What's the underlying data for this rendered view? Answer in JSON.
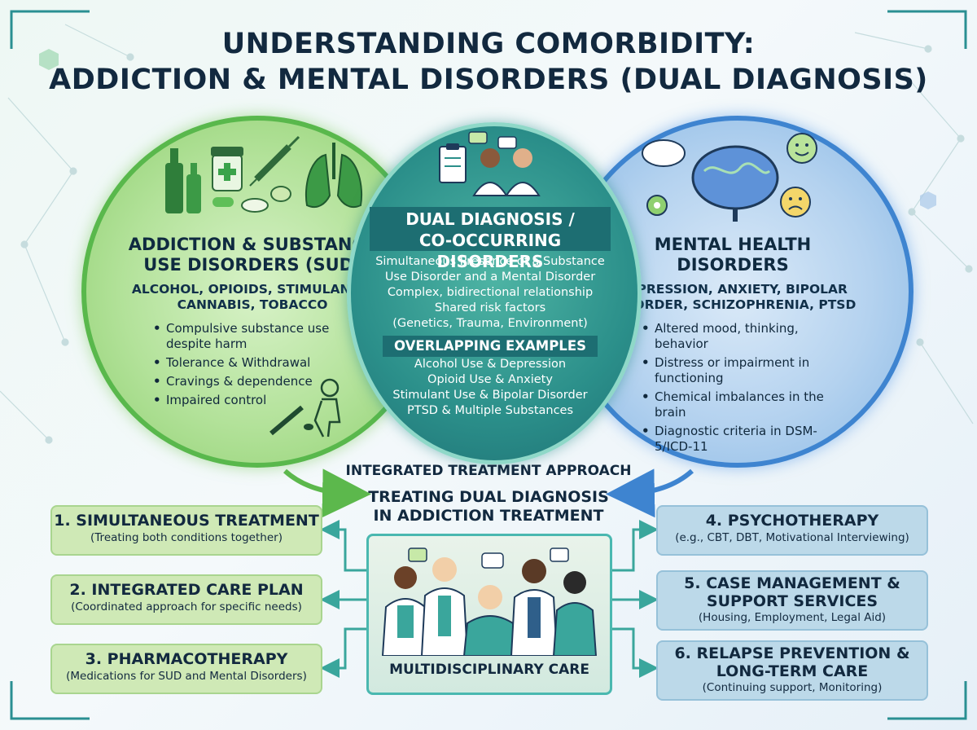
{
  "title": {
    "line1": "UNDERSTANDING COMORBIDITY:",
    "line2": "ADDICTION & MENTAL DISORDERS (DUAL DIAGNOSIS)"
  },
  "sud": {
    "heading_line1": "ADDICTION & SUBSTANCE",
    "heading_line2": "USE DISORDERS (SUD)",
    "substances_line1": "ALCOHOL, OPIOIDS, STIMULANTS,",
    "substances_line2": "CANNABIS, TOBACCO",
    "bullets": [
      "Compulsive substance use despite harm",
      "Tolerance & Withdrawal",
      "Cravings & dependence",
      "Impaired control"
    ]
  },
  "dual": {
    "heading_line1": "DUAL DIAGNOSIS /",
    "heading_line2": "CO-OCCURRING DISORDERS",
    "lines": [
      "Simultaneous Presence of a Substance",
      "Use Disorder and a Mental Disorder",
      "Complex, bidirectional relationship",
      "Shared risk factors",
      "(Genetics, Trauma, Environment)"
    ],
    "examples_heading": "OVERLAPPING EXAMPLES",
    "examples": [
      "Alcohol Use & Depression",
      "Opioid Use & Anxiety",
      "Stimulant Use & Bipolar Disorder",
      "PTSD & Multiple Substances"
    ]
  },
  "mental": {
    "heading_line1": "MENTAL HEALTH",
    "heading_line2": "DISORDERS",
    "types_line1": "DEPRESSION, ANXIETY, BIPOLAR",
    "types_line2": "DISORDER, SCHIZOPHRENIA, PTSD",
    "bullets": [
      "Altered mood, thinking, behavior",
      "Distress or impairment in functioning",
      "Chemical imbalances in the brain",
      "Diagnostic criteria in DSM-5/ICD-11"
    ]
  },
  "integrated": {
    "approach": "INTEGRATED TREATMENT APPROACH",
    "heading_line1": "TREATING DUAL DIAGNOSIS",
    "heading_line2": "IN ADDICTION TREATMENT",
    "care_label": "MULTIDISCIPLINARY CARE"
  },
  "treatments": [
    {
      "title": "1. SIMULTANEOUS TREATMENT",
      "sub": "(Treating both conditions together)"
    },
    {
      "title": "2. INTEGRATED CARE PLAN",
      "sub": "(Coordinated approach for specific needs)"
    },
    {
      "title": "3. PHARMACOTHERAPY",
      "sub": "(Medications for SUD and Mental Disorders)"
    },
    {
      "title": "4. PSYCHOTHERAPY",
      "sub": "(e.g., CBT, DBT, Motivational Interviewing)"
    },
    {
      "title_line1": "5. CASE MANAGEMENT &",
      "title_line2": "SUPPORT SERVICES",
      "sub": "(Housing, Employment, Legal Aid)"
    },
    {
      "title_line1": "6. RELAPSE PREVENTION &",
      "title_line2": "LONG-TERM CARE",
      "sub": "(Continuing support, Monitoring)"
    }
  ],
  "colors": {
    "sud_green": "#59b84c",
    "dual_teal": "#2b8f8a",
    "mental_blue": "#3e84d0",
    "box_green": "#cfe9b6",
    "box_blue": "#bcd9e9",
    "title_navy": "#12293f"
  },
  "icons": {
    "sud": [
      "bottles-icon",
      "pill-bottle-icon",
      "syringe-icon",
      "lungs-icon",
      "pills-icon",
      "person-smoking-icon"
    ],
    "dual": [
      "clipboard-icon",
      "doctors-icon",
      "chat-bubbles-icon"
    ],
    "mental": [
      "brain-icon",
      "thought-cloud-icon",
      "happy-face-icon",
      "sad-face-icon",
      "gears-icon"
    ],
    "care": [
      "care-team-icon"
    ]
  }
}
